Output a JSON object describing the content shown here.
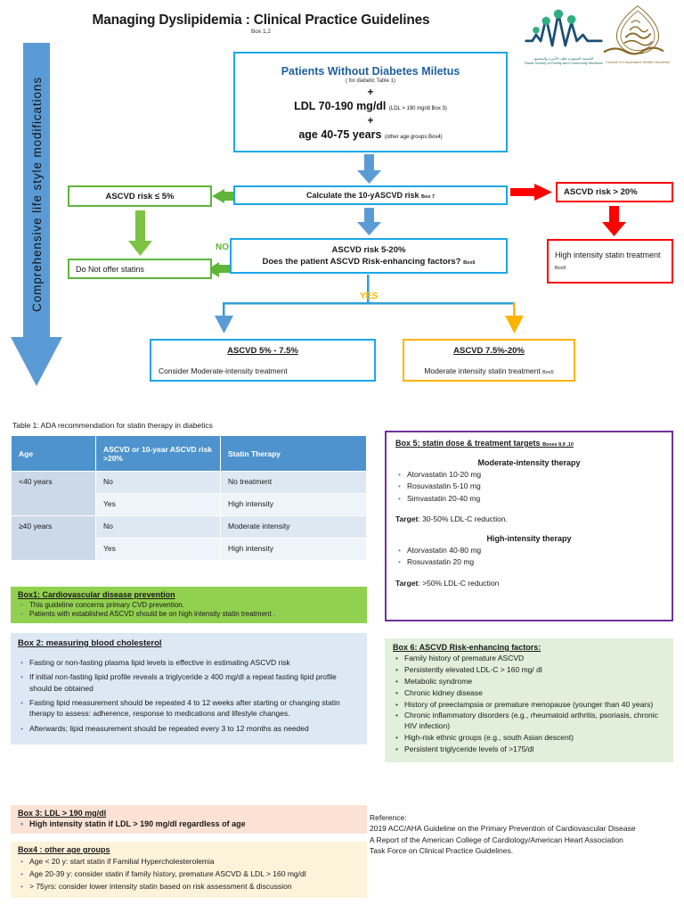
{
  "header": {
    "title": "Managing Dyslipidemia : Clinical Practice Guidelines",
    "subtitle": "Box 1,2",
    "logo_ssfcm_caption_ar": "الجمعية السعودية لطب الأسرة والمجتمع",
    "logo_ssfcm_caption_en": "Saudi Society of Family and Community Medicine",
    "logo_cchi_caption_en": "Council of Cooperative Health Insurance"
  },
  "lifestyle_arrow": {
    "label": "Comprehensive life style modifications",
    "color": "#5b9bd5"
  },
  "flowchart": {
    "entry": {
      "line1": "Patients Without Diabetes Miletus",
      "line1_note": "( for diabetic Table 1)",
      "plus1": "+",
      "line2": "LDL 70-190 mg/dl",
      "line2_note": "(LDL > 190 mg/dl  Box 3)",
      "plus2": "+",
      "line3": "age 40-75 years",
      "line3_note": "(other age groups Box4)",
      "border_color": "#19a7e8"
    },
    "calculate": {
      "label": "Calculate the 10-yASCVD risk",
      "note": "Box 7",
      "border_color": "#19a7e8"
    },
    "low_risk": {
      "label": "ASCVD risk ≤ 5%",
      "border_color": "#5fb53a"
    },
    "no_statins": {
      "label": "Do Not offer statins",
      "border_color": "#5fb53a"
    },
    "high_risk": {
      "label": "ASCVD risk > 20%",
      "border_color": "#ff0000"
    },
    "high_intensity": {
      "label": "High intensity statin treatment",
      "note": "Box5",
      "border_color": "#ff0000"
    },
    "decision": {
      "line1": "ASCVD risk 5-20%",
      "line2": "Does the patient ASCVD Risk-enhancing factors?",
      "note": "Box6",
      "border_color": "#19a7e8"
    },
    "label_no": "NO",
    "label_yes": "YES",
    "outcome_left": {
      "heading": "ASCVD 5% -  7.5%",
      "body": "Consider Moderate-intensity treatment",
      "border_color": "#19a7e8"
    },
    "outcome_right": {
      "heading": "ASCVD 7.5%-20%",
      "body": "Moderate intensity statin treatment",
      "note": "Box5",
      "border_color": "#ffb400"
    }
  },
  "table1": {
    "caption": "Table 1: ADA recommendation for statin therapy in diabetics",
    "headers": [
      "Age",
      "ASCVD or 10-year ASCVD risk >20%",
      "Statin Therapy"
    ],
    "rows": [
      {
        "age": "<40 years",
        "risk": "No",
        "therapy": "No treatment"
      },
      {
        "age": "",
        "risk": "Yes",
        "therapy": "High intensity"
      },
      {
        "age": "≥40 years",
        "risk": "No",
        "therapy": "Moderate intensity"
      },
      {
        "age": "",
        "risk": "Yes",
        "therapy": "High intensity"
      }
    ],
    "header_color": "#4e93cd"
  },
  "box1": {
    "heading": "Box1: Cardiovascular disease prevention",
    "items": [
      "This guideline concerns primary CVD prevention.",
      "Patients with established ASCVD should be on high intensity statin treatment ."
    ],
    "bg_color": "#92d050"
  },
  "box2": {
    "heading": "Box 2: measuring blood cholesterol",
    "items": [
      "Fasting or non-fasting plasma lipid levels is effective in estimating ASCVD risk",
      "If initial non-fasting lipid profile reveals a triglyceride ≥ 400 mg/dl a repeat fasting lipid profile should be obtained",
      "Fasting lipid measurement should be repeated 4 to 12 weeks after starting or changing statin therapy to assess:  adherence, response to medications and lifestyle changes.",
      "Afterwards; lipid measurement should be repeated every 3 to 12 months as needed"
    ],
    "bg_color": "#dce9f5"
  },
  "box3": {
    "heading": "Box 3: LDL > 190 mg/dl",
    "items": [
      "High intensity statin if LDL > 190 mg/dl regardless of age"
    ],
    "bg_color": "#fbe2d5"
  },
  "box4": {
    "heading": "Box4 : other age groups",
    "items": [
      "Age < 20 y: start statin if Familial Hypercholesterolemia",
      "Age 20-39 y: consider statin if family history, premature ASCVD & LDL > 160 mg/dl",
      "> 75yrs: consider lower intensity statin based on risk assessment & discussion"
    ],
    "bg_color": "#fdf3da"
  },
  "box5": {
    "heading": "Box 5: statin dose & treatment targets",
    "heading_note": "Boxes 8,9 ,10",
    "section_moderate": "Moderate-intensity therapy",
    "moderate_items": [
      "Atorvastatin 10-20 mg",
      "Rosuvastatin 5-10 mg",
      "Simvastatin 20-40 mg"
    ],
    "target_moderate_label": "Target",
    "target_moderate_value": ": 30-50% LDL-C reduction.",
    "section_high": "High-intensity therapy",
    "high_items": [
      "Atorvastatin 40-80 mg",
      "Rosuvastatin 20 mg"
    ],
    "target_high_label": "Target",
    "target_high_value": ": >50% LDL-C reduction",
    "border_color": "#7030a0"
  },
  "box6": {
    "heading": "Box 6: ASCVD Risk-enhancing factors:",
    "items": [
      "Family history of premature ASCVD",
      "Persistently elevated LDL-C  > 160 mg/ dl",
      "Metabolic syndrome",
      "Chronic kidney disease",
      "History of preeclampsia or premature menopause (younger than 40 years)",
      "Chronic inflammatory disorders (e.g., rheumatoid arthritis, psoriasis, chronic HIV infection)",
      "High-risk ethnic groups (e.g., south Asian descent)",
      "Persistent triglyceride levels of >175/dl"
    ],
    "bg_color": "#e2efda"
  },
  "reference": {
    "label": "Reference:",
    "line1": "2019 ACC/AHA Guideline on the Primary Prevention of Cardiovascular Disease",
    "line2": "A Report of the American College of Cardiology/American Heart Association",
    "line3": "Task Force on Clinical Practice Guidelines."
  }
}
